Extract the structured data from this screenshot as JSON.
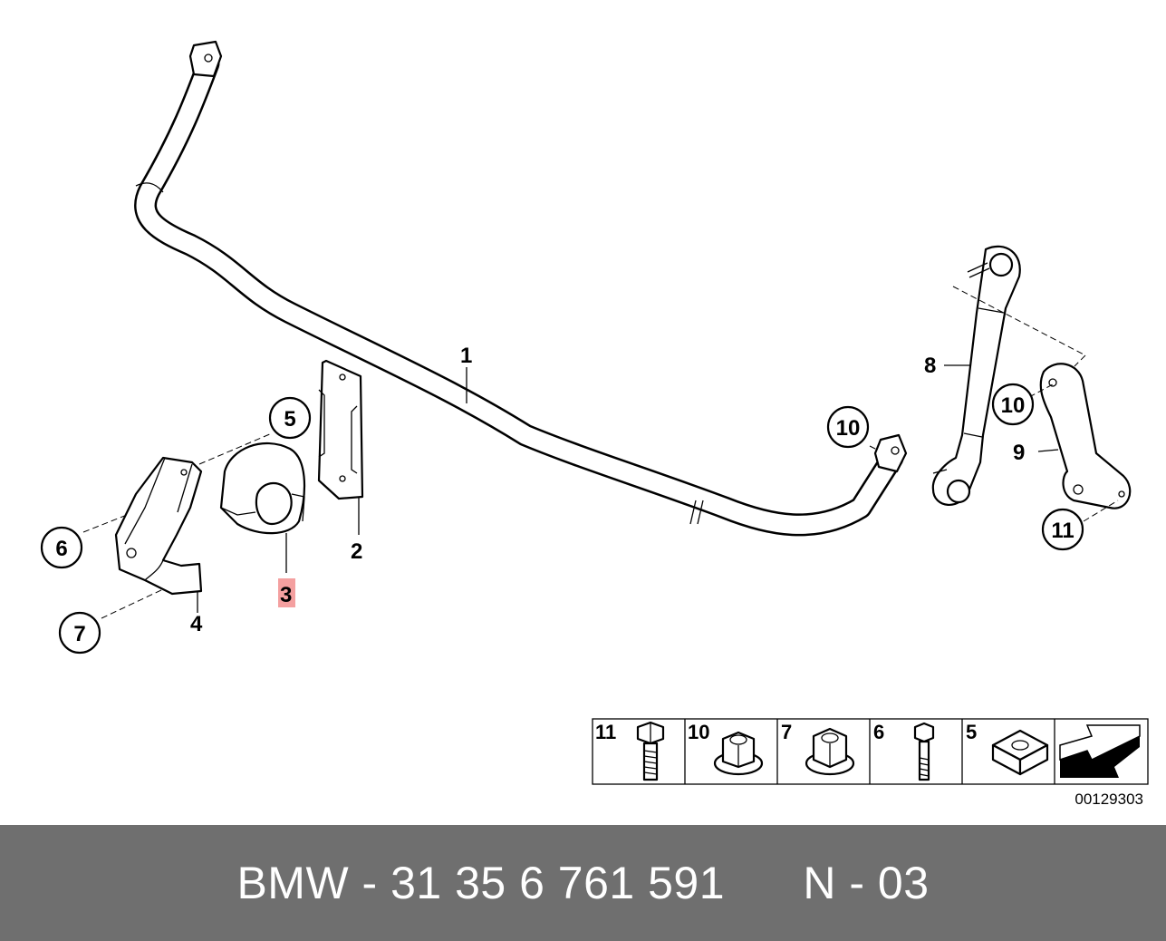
{
  "callouts": {
    "c1": "1",
    "c2": "2",
    "c3": "3",
    "c4": "4",
    "c5": "5",
    "c6": "6",
    "c7": "7",
    "c8": "8",
    "c9": "9",
    "c10a": "10",
    "c10b": "10",
    "c11": "11"
  },
  "highlight_color": "#f4a0a0",
  "legend": {
    "items": [
      {
        "num": "11",
        "icon": "hex-bolt-icon"
      },
      {
        "num": "10",
        "icon": "flange-nut-icon"
      },
      {
        "num": "7",
        "icon": "hex-nut-icon"
      },
      {
        "num": "6",
        "icon": "bolt-icon"
      },
      {
        "num": "5",
        "icon": "square-nut-icon"
      }
    ],
    "arrow_icon": "direction-arrow-icon"
  },
  "reference_code": "00129303",
  "footer": {
    "part_number": "BMW - 31 35 6 761 591",
    "variant": "N - 03"
  }
}
